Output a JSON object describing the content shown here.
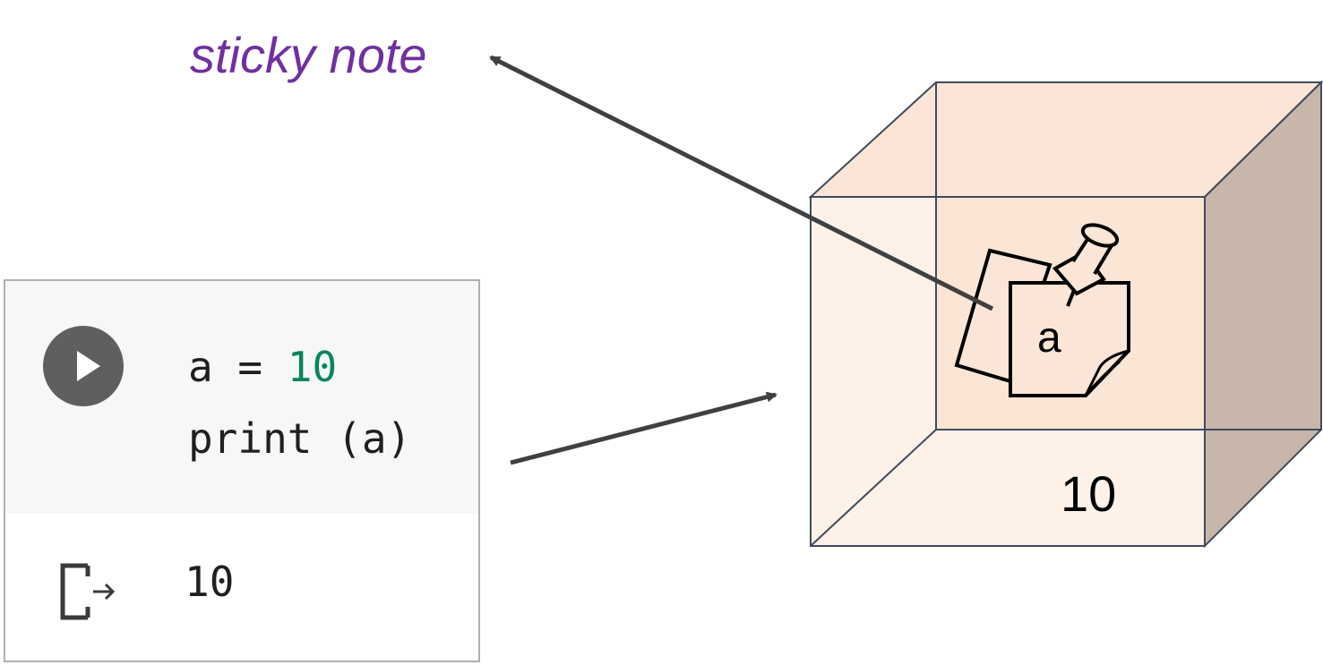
{
  "sticky_note_label": "sticky note",
  "cell": {
    "code_var": "a",
    "code_op": " = ",
    "code_value": "10",
    "code_line2": "print (a)",
    "output_value": "10",
    "run_icon": "play-icon",
    "output_icon": "output-arrow-icon"
  },
  "box": {
    "note_label": "a",
    "value": "10",
    "note_icon": "pushpin-sticky-note-icon"
  },
  "colors": {
    "label_purple": "#7030a0",
    "box_front": "#fbe5d6",
    "box_side": "#c9b6aa",
    "box_edge": "#404a5c",
    "arrow": "#404040",
    "number_green": "#098658"
  }
}
